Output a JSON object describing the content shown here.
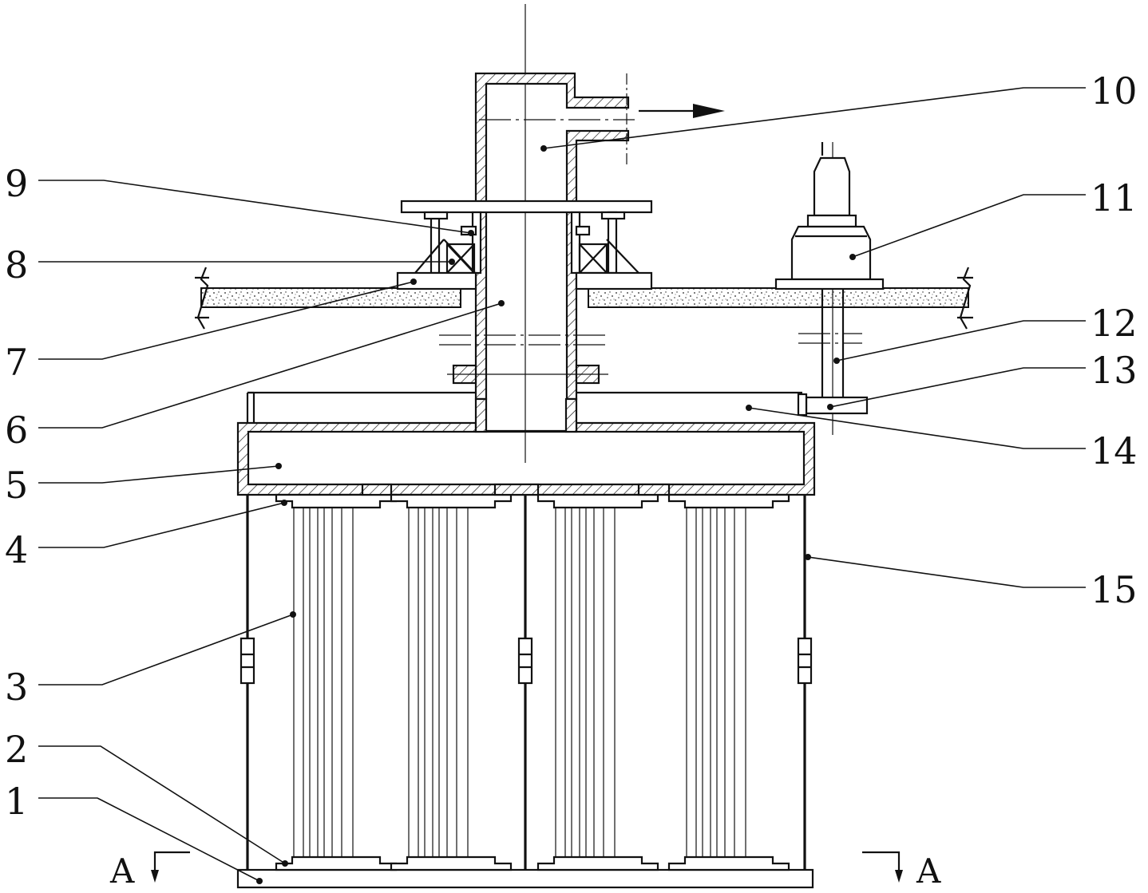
{
  "callouts": [
    {
      "id": "c1",
      "label": "1"
    },
    {
      "id": "c2",
      "label": "2"
    },
    {
      "id": "c3",
      "label": "3"
    },
    {
      "id": "c4",
      "label": "4"
    },
    {
      "id": "c5",
      "label": "5"
    },
    {
      "id": "c6",
      "label": "6"
    },
    {
      "id": "c7",
      "label": "7"
    },
    {
      "id": "c8",
      "label": "8"
    },
    {
      "id": "c9",
      "label": "9"
    },
    {
      "id": "c10",
      "label": "10"
    },
    {
      "id": "c11",
      "label": "11"
    },
    {
      "id": "c12",
      "label": "12"
    },
    {
      "id": "c13",
      "label": "13"
    },
    {
      "id": "c14",
      "label": "14"
    },
    {
      "id": "c15",
      "label": "15"
    }
  ],
  "section_marks": {
    "left": "A",
    "right": "A"
  }
}
